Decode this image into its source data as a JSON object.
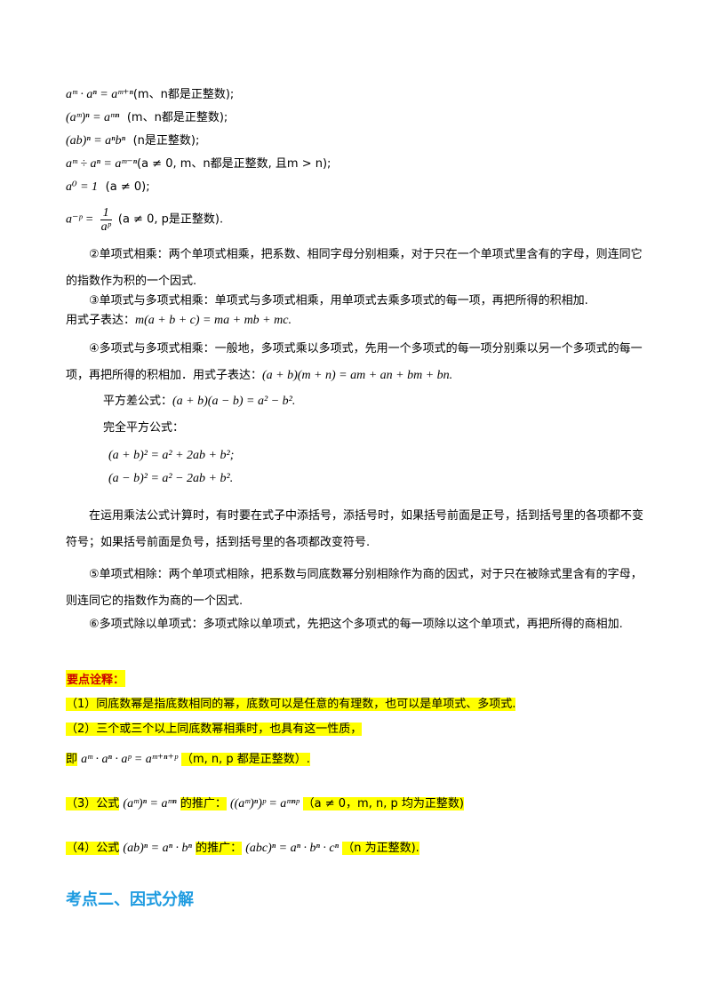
{
  "formulas": {
    "f1": "aᵐ · aⁿ = aᵐ⁺ⁿ",
    "f1_note": "(m、n都是正整数);",
    "f2": "(aᵐ)ⁿ = aᵐⁿ",
    "f2_note": "(m、n都是正整数);",
    "f3": "(ab)ⁿ = aⁿbⁿ",
    "f3_note": "(n是正整数);",
    "f4": "aᵐ ÷ aⁿ = aᵐ⁻ⁿ",
    "f4_note": "(a ≠ 0, m、n都是正整数, 且m > n);",
    "f5": "a⁰ = 1",
    "f5_note": "(a ≠ 0);",
    "f6_lhs": "a⁻ᵖ =",
    "f6_num": "1",
    "f6_den": "aᵖ",
    "f6_note": "(a ≠ 0, p是正整数)."
  },
  "paragraphs": {
    "p2": "②单项式相乘：两个单项式相乘，把系数、相同字母分别相乘，对于只在一个单项式里含有的字母，则连同它的指数作为积的一个因式.",
    "p3": "③单项式与多项式相乘：单项式与多项式相乘，用单项式去乘多项式的每一项，再把所得的积相加.",
    "p3_expr_label": "用式子表达：",
    "p3_expr": "m(a + b + c) = ma + mb + mc.",
    "p4": "④多项式与多项式相乘：一般地，多项式乘以多项式，先用一个多项式的每一项分别乘以另一个多项式的每一项，再把所得的积相加．用式子表达：",
    "p4_expr": "(a + b)(m + n) = am + an + bm + bn.",
    "diff_label": "平方差公式：",
    "diff_expr": "(a + b)(a − b) = a² − b².",
    "square_label": "完全平方公式：",
    "square1": "(a + b)² = a² + 2ab + b²;",
    "square2": "(a − b)² = a² − 2ab + b².",
    "p5": "在运用乘法公式计算时，有时要在式子中添括号，添括号时，如果括号前面是正号，括到括号里的各项都不变符号；如果括号前面是负号，括到括号里的各项都改变符号.",
    "p6": "⑤单项式相除：两个单项式相除，把系数与同底数幂分别相除作为商的因式，对于只在被除式里含有的字母，则连同它的指数作为商的一个因式.",
    "p7": "⑥多项式除以单项式：多项式除以单项式，先把这个多项式的每一项除以这个单项式，再把所得的商相加."
  },
  "key_points": {
    "title": "要点诠释：",
    "n1": "（1）同底数幂是指底数相同的幂，底数可以是任意的有理数，也可以是单项式、多项式.",
    "n2": "（2）三个或三个以上同底数幂相乘时，也具有这一性质，",
    "n2b_prefix": "即",
    "n2b_expr": "aᵐ · aⁿ · aᵖ = aᵐ⁺ⁿ⁺ᵖ",
    "n2b_suffix": "（m, n, p 都是正整数）.",
    "n3_prefix": "（3）公式",
    "n3_expr1": "(aᵐ)ⁿ = aᵐⁿ",
    "n3_mid": "的推广：",
    "n3_expr2": "((aᵐ)ⁿ)ᵖ = aᵐⁿᵖ",
    "n3_suffix": "（a ≠ 0，m, n, p 均为正整数)",
    "n4_prefix": "（4）公式",
    "n4_expr1": "(ab)ⁿ = aⁿ · bⁿ",
    "n4_mid": "的推广：",
    "n4_expr2": "(abc)ⁿ = aⁿ · bⁿ · cⁿ",
    "n4_suffix": "（n 为正整数)."
  },
  "section_title": "考点二、因式分解"
}
